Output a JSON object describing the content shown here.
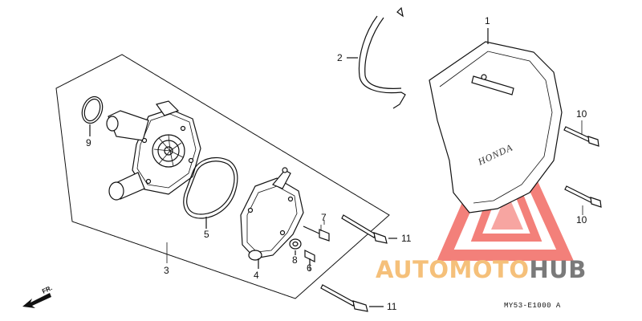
{
  "callouts": {
    "c1": "1",
    "c2": "2",
    "c3": "3",
    "c4": "4",
    "c5": "5",
    "c6": "6",
    "c7": "7",
    "c8": "8",
    "c9": "9",
    "c10a": "10",
    "c10b": "10",
    "c11a": "11",
    "c11b": "11"
  },
  "cover_brand": "HONDA",
  "direction_marker": "FR.",
  "diagram_code": "MY53-E1000 A",
  "watermark": {
    "part1": "AUTOMOTO",
    "part2": "HUB",
    "primary_color": "#f5c07a",
    "secondary_color": "#7a7a7a",
    "triangle_color": "#f26a63"
  }
}
